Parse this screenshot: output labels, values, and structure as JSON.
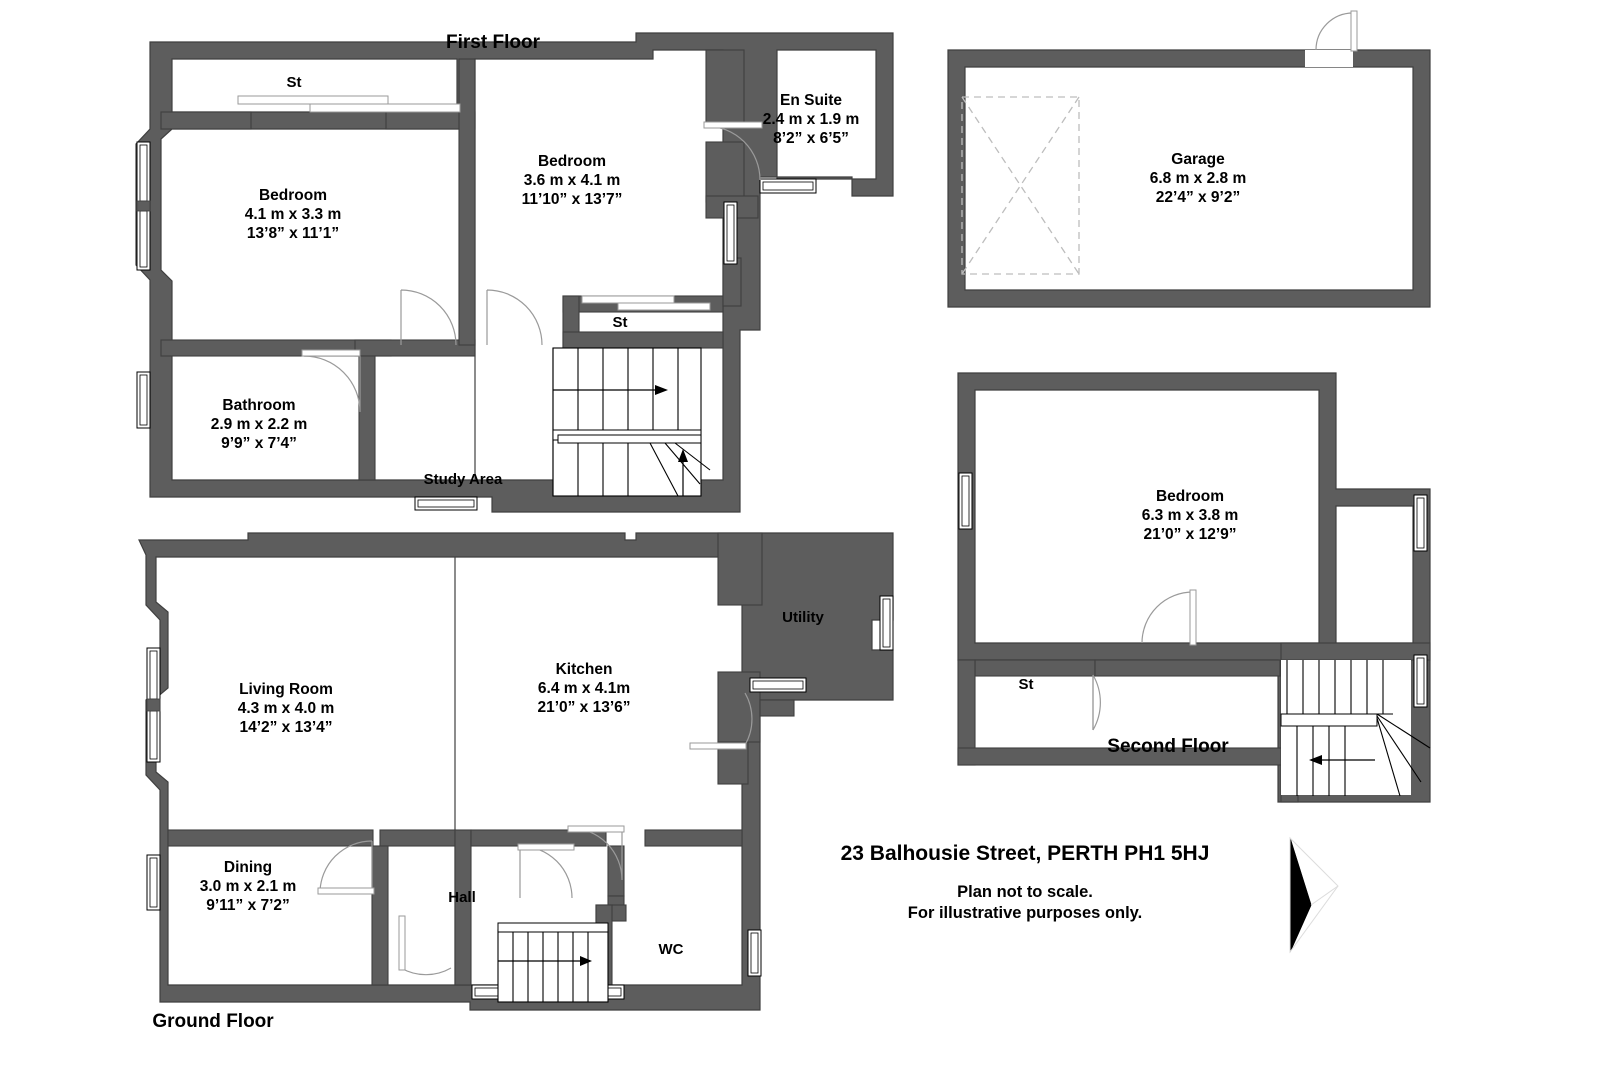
{
  "document": {
    "address": "23 Balhousie Street, PERTH PH1 5HJ",
    "disclaimer_line1": "Plan not to scale.",
    "disclaimer_line2": "For illustrative purposes only."
  },
  "floors": [
    {
      "id": "first-floor",
      "title": "First Floor",
      "rooms": [
        {
          "name": "St",
          "metric": "",
          "imperial": ""
        },
        {
          "name": "Bedroom",
          "metric": "4.1 m x 3.3 m",
          "imperial": "13’8” x 11’1”"
        },
        {
          "name": "Bedroom",
          "metric": "3.6 m x 4.1 m",
          "imperial": "11’10” x 13’7”"
        },
        {
          "name": "En Suite",
          "metric": "2.4 m x 1.9 m",
          "imperial": "8’2” x 6’5”"
        },
        {
          "name": "Bathroom",
          "metric": "2.9 m x 2.2 m",
          "imperial": "9’9” x 7’4”"
        },
        {
          "name": "St",
          "metric": "",
          "imperial": ""
        },
        {
          "name": "Study Area",
          "metric": "",
          "imperial": ""
        }
      ]
    },
    {
      "id": "ground-floor",
      "title": "Ground Floor",
      "rooms": [
        {
          "name": "Living Room",
          "metric": "4.3 m x 4.0 m",
          "imperial": "14’2” x 13’4”"
        },
        {
          "name": "Kitchen",
          "metric": "6.4 m x 4.1m",
          "imperial": "21’0” x 13’6”"
        },
        {
          "name": "Utility",
          "metric": "",
          "imperial": ""
        },
        {
          "name": "Dining",
          "metric": "3.0 m x 2.1 m",
          "imperial": "9’11” x 7’2”"
        },
        {
          "name": "Hall",
          "metric": "",
          "imperial": ""
        },
        {
          "name": "WC",
          "metric": "",
          "imperial": ""
        }
      ]
    },
    {
      "id": "garage",
      "title": "",
      "rooms": [
        {
          "name": "Garage",
          "metric": "6.8 m x 2.8 m",
          "imperial": "22’4” x 9’2”"
        }
      ]
    },
    {
      "id": "second-floor",
      "title": "Second Floor",
      "rooms": [
        {
          "name": "Bedroom",
          "metric": "6.3 m x 3.8 m",
          "imperial": "21’0” x 12’9”"
        },
        {
          "name": "St",
          "metric": "",
          "imperial": ""
        }
      ]
    }
  ],
  "labels": {
    "first_floor_title": "First Floor",
    "ground_floor_title": "Ground Floor",
    "second_floor_title": "Second Floor",
    "st_first_top": "St",
    "st_first_stair": "St",
    "study_area": "Study Area",
    "en_suite_name": "En Suite",
    "en_suite_metric": "2.4 m x 1.9 m",
    "en_suite_imperial": "8’2” x 6’5”",
    "bedroom1_name": "Bedroom",
    "bedroom1_metric": "4.1 m x 3.3 m",
    "bedroom1_imperial": "13’8” x 11’1”",
    "bedroom2_name": "Bedroom",
    "bedroom2_metric": "3.6 m x 4.1 m",
    "bedroom2_imperial": "11’10” x 13’7”",
    "bathroom_name": "Bathroom",
    "bathroom_metric": "2.9 m x 2.2 m",
    "bathroom_imperial": "9’9” x 7’4”",
    "living_name": "Living Room",
    "living_metric": "4.3 m x 4.0 m",
    "living_imperial": "14’2” x 13’4”",
    "kitchen_name": "Kitchen",
    "kitchen_metric": "6.4 m x 4.1m",
    "kitchen_imperial": "21’0” x 13’6”",
    "utility_name": "Utility",
    "dining_name": "Dining",
    "dining_metric": "3.0 m x 2.1 m",
    "dining_imperial": "9’11” x 7’2”",
    "hall_name": "Hall",
    "wc_name": "WC",
    "garage_name": "Garage",
    "garage_metric": "6.8 m x 2.8 m",
    "garage_imperial": "22’4” x 9’2”",
    "sf_bedroom_name": "Bedroom",
    "sf_bedroom_metric": "6.3 m x 3.8 m",
    "sf_bedroom_imperial": "21’0” x 12’9”",
    "sf_st": "St"
  },
  "colors": {
    "wall": "#5d5d5d",
    "wall_stroke": "#3f3f3f",
    "background": "#ffffff",
    "text": "#000000",
    "thin_line": "#6f6f6f",
    "compass_fill": "#000000"
  },
  "icons": {
    "compass": "north-arrow-icon",
    "garage_door_cross": "garage-vehicle-cross-icon"
  }
}
